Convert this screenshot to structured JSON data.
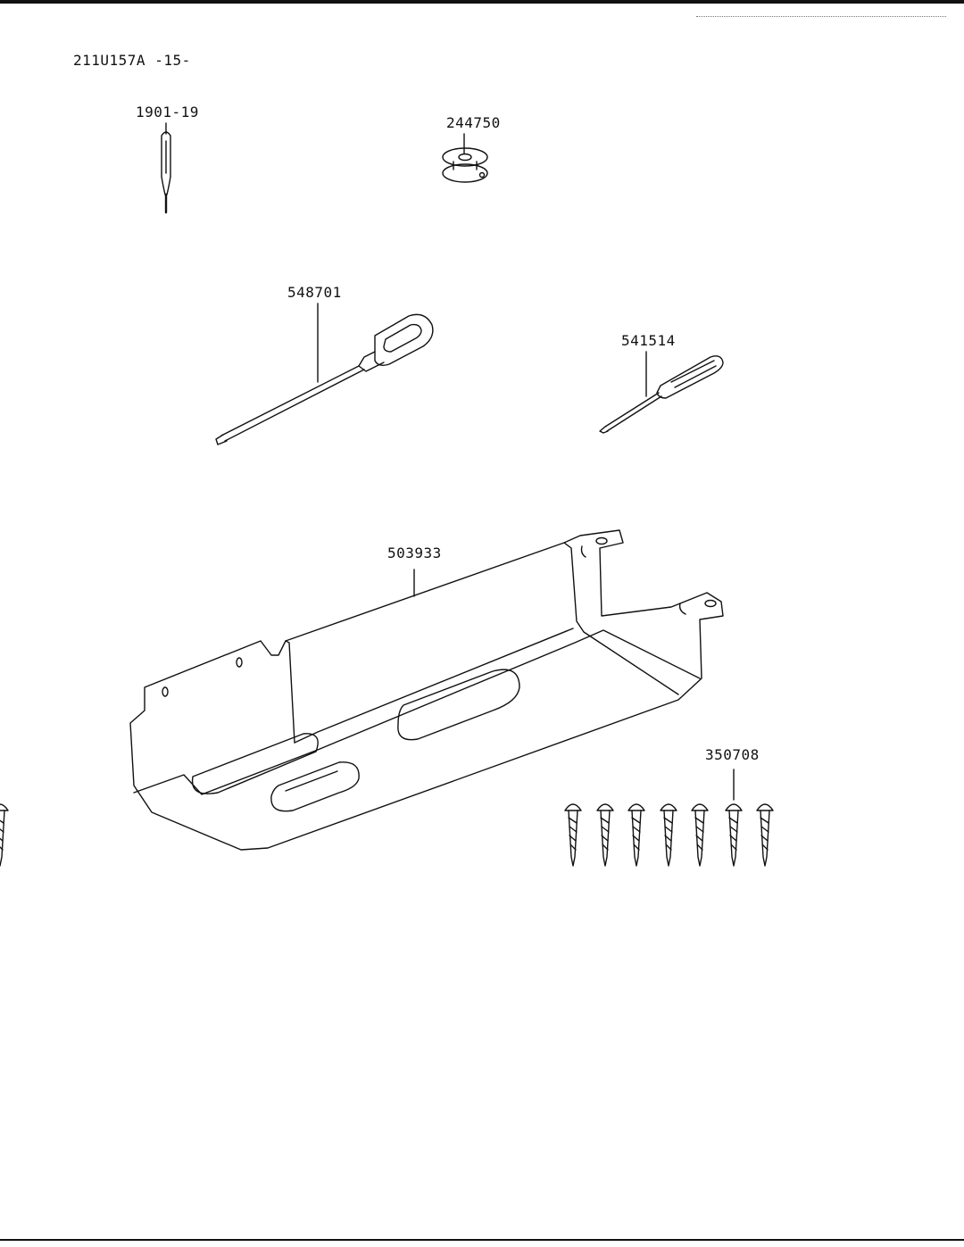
{
  "document": {
    "header": "211U157A -15-"
  },
  "parts": [
    {
      "id": "needle",
      "number": "1901-19",
      "icon": "sewing-needle-icon"
    },
    {
      "id": "bobbin",
      "number": "244750",
      "icon": "bobbin-icon"
    },
    {
      "id": "large-screwdriver",
      "number": "548701",
      "icon": "screwdriver-icon"
    },
    {
      "id": "small-screwdriver",
      "number": "541514",
      "icon": "screwdriver-icon"
    },
    {
      "id": "oil-pan",
      "number": "503933",
      "icon": "oil-pan-bracket-icon"
    },
    {
      "id": "wood-screws",
      "number": "350708",
      "icon": "wood-screw-icon",
      "quantity_shown": 7
    }
  ]
}
